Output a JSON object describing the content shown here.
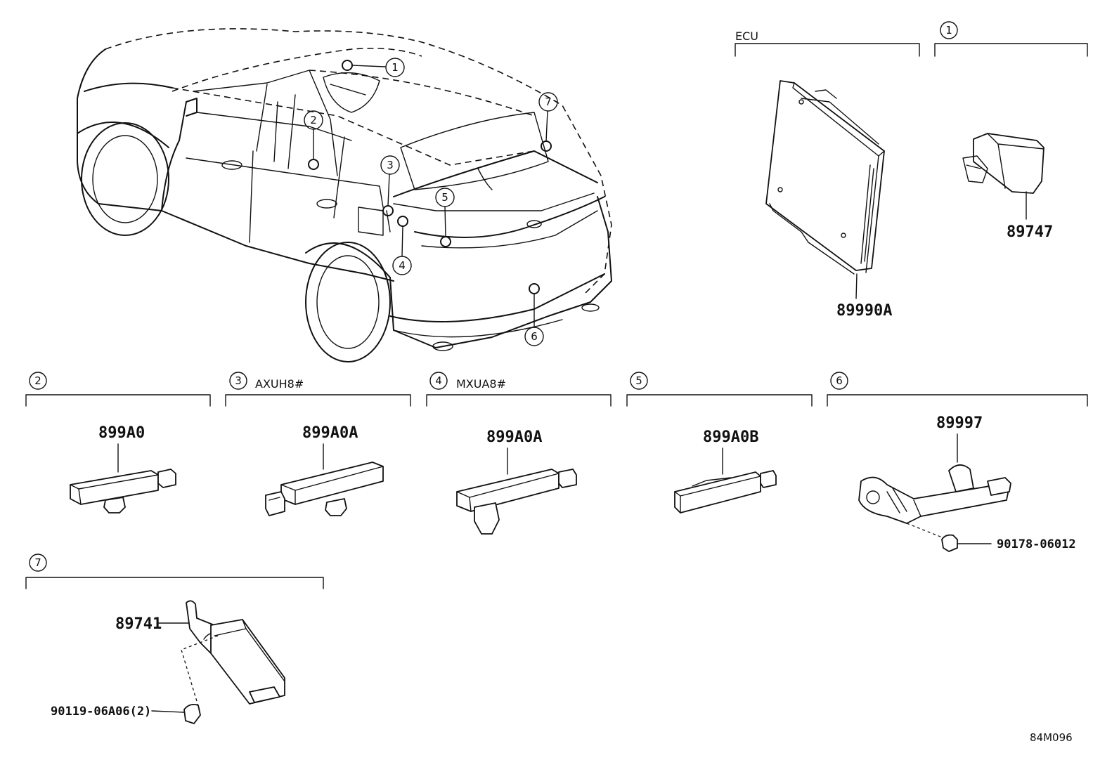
{
  "callouts": [
    "1",
    "2",
    "3",
    "4",
    "5",
    "6",
    "7"
  ],
  "panels": {
    "ecu": {
      "label": "ECU",
      "part": "89990A"
    },
    "p1": {
      "num": "1",
      "part": "89747"
    },
    "p2": {
      "num": "2",
      "part": "899A0"
    },
    "p3": {
      "num": "3",
      "variant": "AXUH8#",
      "part": "899A0A"
    },
    "p4": {
      "num": "4",
      "variant": "MXUA8#",
      "part": "899A0A"
    },
    "p5": {
      "num": "5",
      "part": "899A0B"
    },
    "p6": {
      "num": "6",
      "part": "89997",
      "bolt": "90178-06012"
    },
    "p7": {
      "num": "7",
      "part": "89741",
      "screw": "90119-06A06(2)"
    }
  },
  "figure_ref": "84M096"
}
